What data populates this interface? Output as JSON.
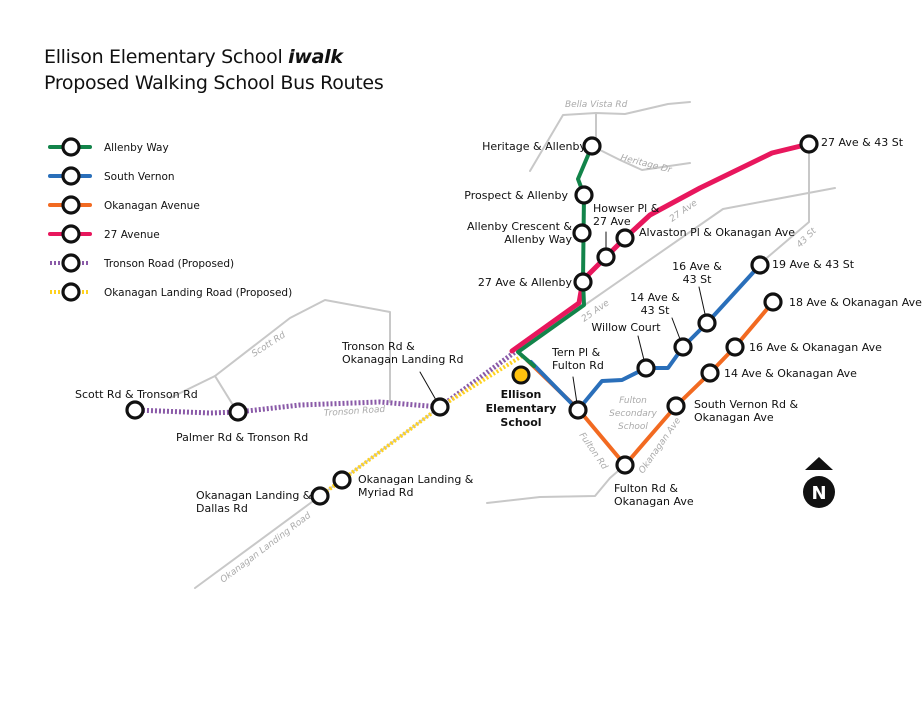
{
  "title": {
    "line1_prefix": "Ellison Elementary School ",
    "line1_emph": "iwalk",
    "line2": "Proposed Walking School Bus Routes"
  },
  "colors": {
    "allenby": "#12844a",
    "south_vernon": "#2a6fba",
    "okanagan": "#f26a21",
    "ave27": "#e8175d",
    "tronson": "#8a5aa8",
    "landing": "#ffd21f",
    "road": "#c8c8c8",
    "school": "#ffc20e"
  },
  "legend": [
    {
      "label": "Allenby Way",
      "style": "solid",
      "color": "#12844a"
    },
    {
      "label": "South Vernon",
      "style": "solid",
      "color": "#2a6fba"
    },
    {
      "label": "Okanagan Avenue",
      "style": "solid",
      "color": "#f26a21"
    },
    {
      "label": "27 Avenue",
      "style": "solid",
      "color": "#e8175d"
    },
    {
      "label": "Tronson Road (Proposed)",
      "style": "dotted",
      "color": "#8a5aa8"
    },
    {
      "label": "Okanagan Landing Road (Proposed)",
      "style": "dotted",
      "color": "#ffd21f"
    }
  ],
  "roads": [
    "Bella Vista Rd",
    "Heritage Dr",
    "27 Ave",
    "25 Ave",
    "43 St",
    "Scott Rd",
    "Tronson Road",
    "Okanagan Landing Road",
    "Fulton Rd",
    "Okanagan Ave"
  ],
  "stops": {
    "heritage": [
      "Heritage & Allenby"
    ],
    "prospect": [
      "Prospect & Allenby"
    ],
    "crescent": [
      "Allenby Crescent &",
      "Allenby Way"
    ],
    "ave27_allenby": [
      "27 Ave & Allenby"
    ],
    "howser": [
      "Howser Pl &",
      "27 Ave"
    ],
    "alvaston": [
      "Alvaston Pl & Okanagan Ave"
    ],
    "ave27_43": [
      "27 Ave & 43 St"
    ],
    "ave19_43": [
      "19 Ave & 43 St"
    ],
    "ave16_43": [
      "16 Ave &",
      "43 St"
    ],
    "ave14_43": [
      "14 Ave &",
      "43 St"
    ],
    "willow": [
      "Willow Court"
    ],
    "tern": [
      "Tern Pl &",
      "Fulton Rd"
    ],
    "ave18_ok": [
      "18 Ave & Okanagan Ave"
    ],
    "ave16_ok": [
      "16 Ave & Okanagan Ave"
    ],
    "ave14_ok": [
      "14 Ave & Okanagan Ave"
    ],
    "svernon_ok": [
      "South Vernon Rd &",
      "Okanagan Ave"
    ],
    "fulton_ok": [
      "Fulton Rd &",
      "Okanagan Ave"
    ],
    "tronson_landing": [
      "Tronson Rd &",
      "Okanagan Landing Rd"
    ],
    "scott": [
      "Scott Rd & Tronson Rd"
    ],
    "palmer": [
      "Palmer Rd & Tronson Rd"
    ],
    "myriad": [
      "Okanagan Landing &",
      "Myriad Rd"
    ],
    "dallas": [
      "Okanagan Landing &",
      "Dallas Rd"
    ]
  },
  "school": [
    "Ellison",
    "Elementary",
    "School"
  ],
  "fulton_school": [
    "Fulton",
    "Secondary",
    "School"
  ],
  "north_label": "N"
}
